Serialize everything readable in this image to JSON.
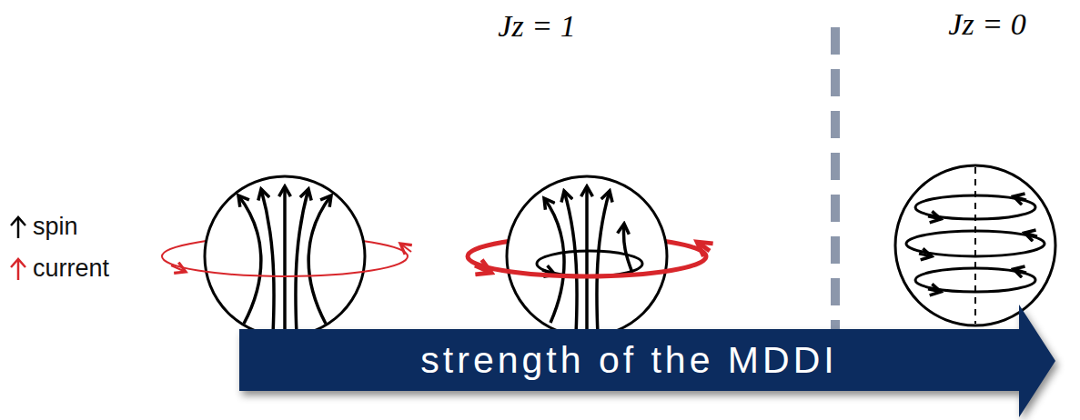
{
  "diagram": {
    "nodes": [
      {
        "text": [
          "strength of the MDDI"
        ]
      }
    ],
    "labels": [
      "Jz = 1",
      "Jz = 0"
    ],
    "legend": [
      {
        "text": "spin"
      },
      {
        "text": "current"
      }
    ]
  }
}
